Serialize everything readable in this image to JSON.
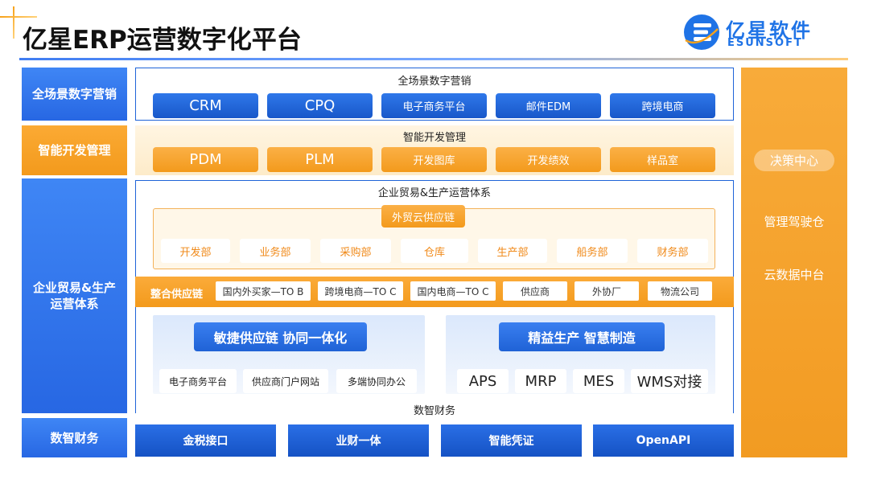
{
  "header": {
    "title": "亿星ERP运营数字化平台",
    "logo_cn": "亿星软件",
    "logo_en": "ESUNSOFT"
  },
  "colors": {
    "blue": "#1f64d8",
    "orange": "#f39a1c",
    "light_orange": "#fff5e2"
  },
  "left_labels": [
    "全场景数字营销",
    "智能开发管理",
    "企业贸易&生产运营体系",
    "数智财务"
  ],
  "marketing": {
    "title": "全场景数字营销",
    "items": [
      "CRM",
      "CPQ",
      "电子商务平台",
      "邮件EDM",
      "跨境电商"
    ]
  },
  "dev": {
    "title": "智能开发管理",
    "items": [
      "PDM",
      "PLM",
      "开发图库",
      "开发绩效",
      "样品室"
    ]
  },
  "ops": {
    "title": "企业贸易&生产运营体系",
    "supply_chain_title": "外贸云供应链",
    "departments": [
      "开发部",
      "业务部",
      "采购部",
      "仓库",
      "生产部",
      "船务部",
      "财务部"
    ],
    "integration_label": "整合供应链",
    "integration_items": [
      "国内外买家—TO B",
      "跨境电商—TO C",
      "国内电商—TO C",
      "供应商",
      "外协厂",
      "物流公司"
    ],
    "agile": {
      "title": "敏捷供应链 协同一体化",
      "items": [
        "电子商务平台",
        "供应商门户网站",
        "多端协同办公"
      ]
    },
    "lean": {
      "title": "精益生产 智慧制造",
      "items": [
        "APS",
        "MRP",
        "MES",
        "WMS对接"
      ]
    }
  },
  "finance": {
    "title": "数智财务",
    "items": [
      "金税接口",
      "业财一体",
      "智能凭证",
      "OpenAPI"
    ]
  },
  "right": {
    "pill": "决策中心",
    "items": [
      "管理驾驶仓",
      "云数据中台"
    ]
  }
}
